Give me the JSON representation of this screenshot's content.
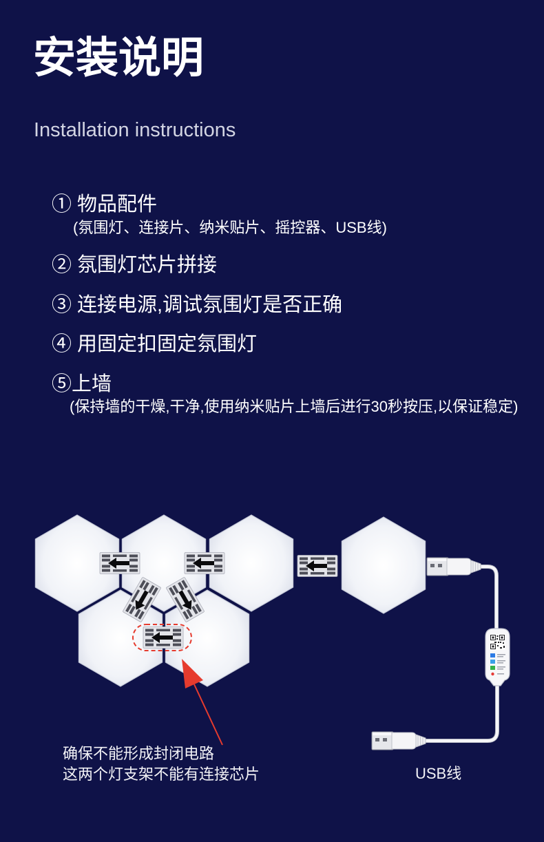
{
  "title": "安装说明",
  "subtitle": "Installation instructions",
  "steps": [
    {
      "label": "① 物品配件",
      "note": "(氛围灯、连接片、纳米贴片、摇控器、USB线)"
    },
    {
      "label": "② 氛围灯芯片拼接"
    },
    {
      "label": "③ 连接电源,调试氛围灯是否正确"
    },
    {
      "label": "④ 用固定扣固定氛围灯"
    },
    {
      "label": "⑤上墙",
      "note": "(保持墙的干燥,干净,使用纳米贴片上墙后进行30秒按压,以保证稳定)"
    }
  ],
  "diagram": {
    "warning_lines": [
      "确保不能形成封闭电路",
      "这两个灯支架不能有连接芯片"
    ],
    "usb_label": "USB线"
  },
  "colors": {
    "background": "#0f1248",
    "text": "#ffffff",
    "panel": "#f1f3f8",
    "warning": "#e63b2e"
  }
}
